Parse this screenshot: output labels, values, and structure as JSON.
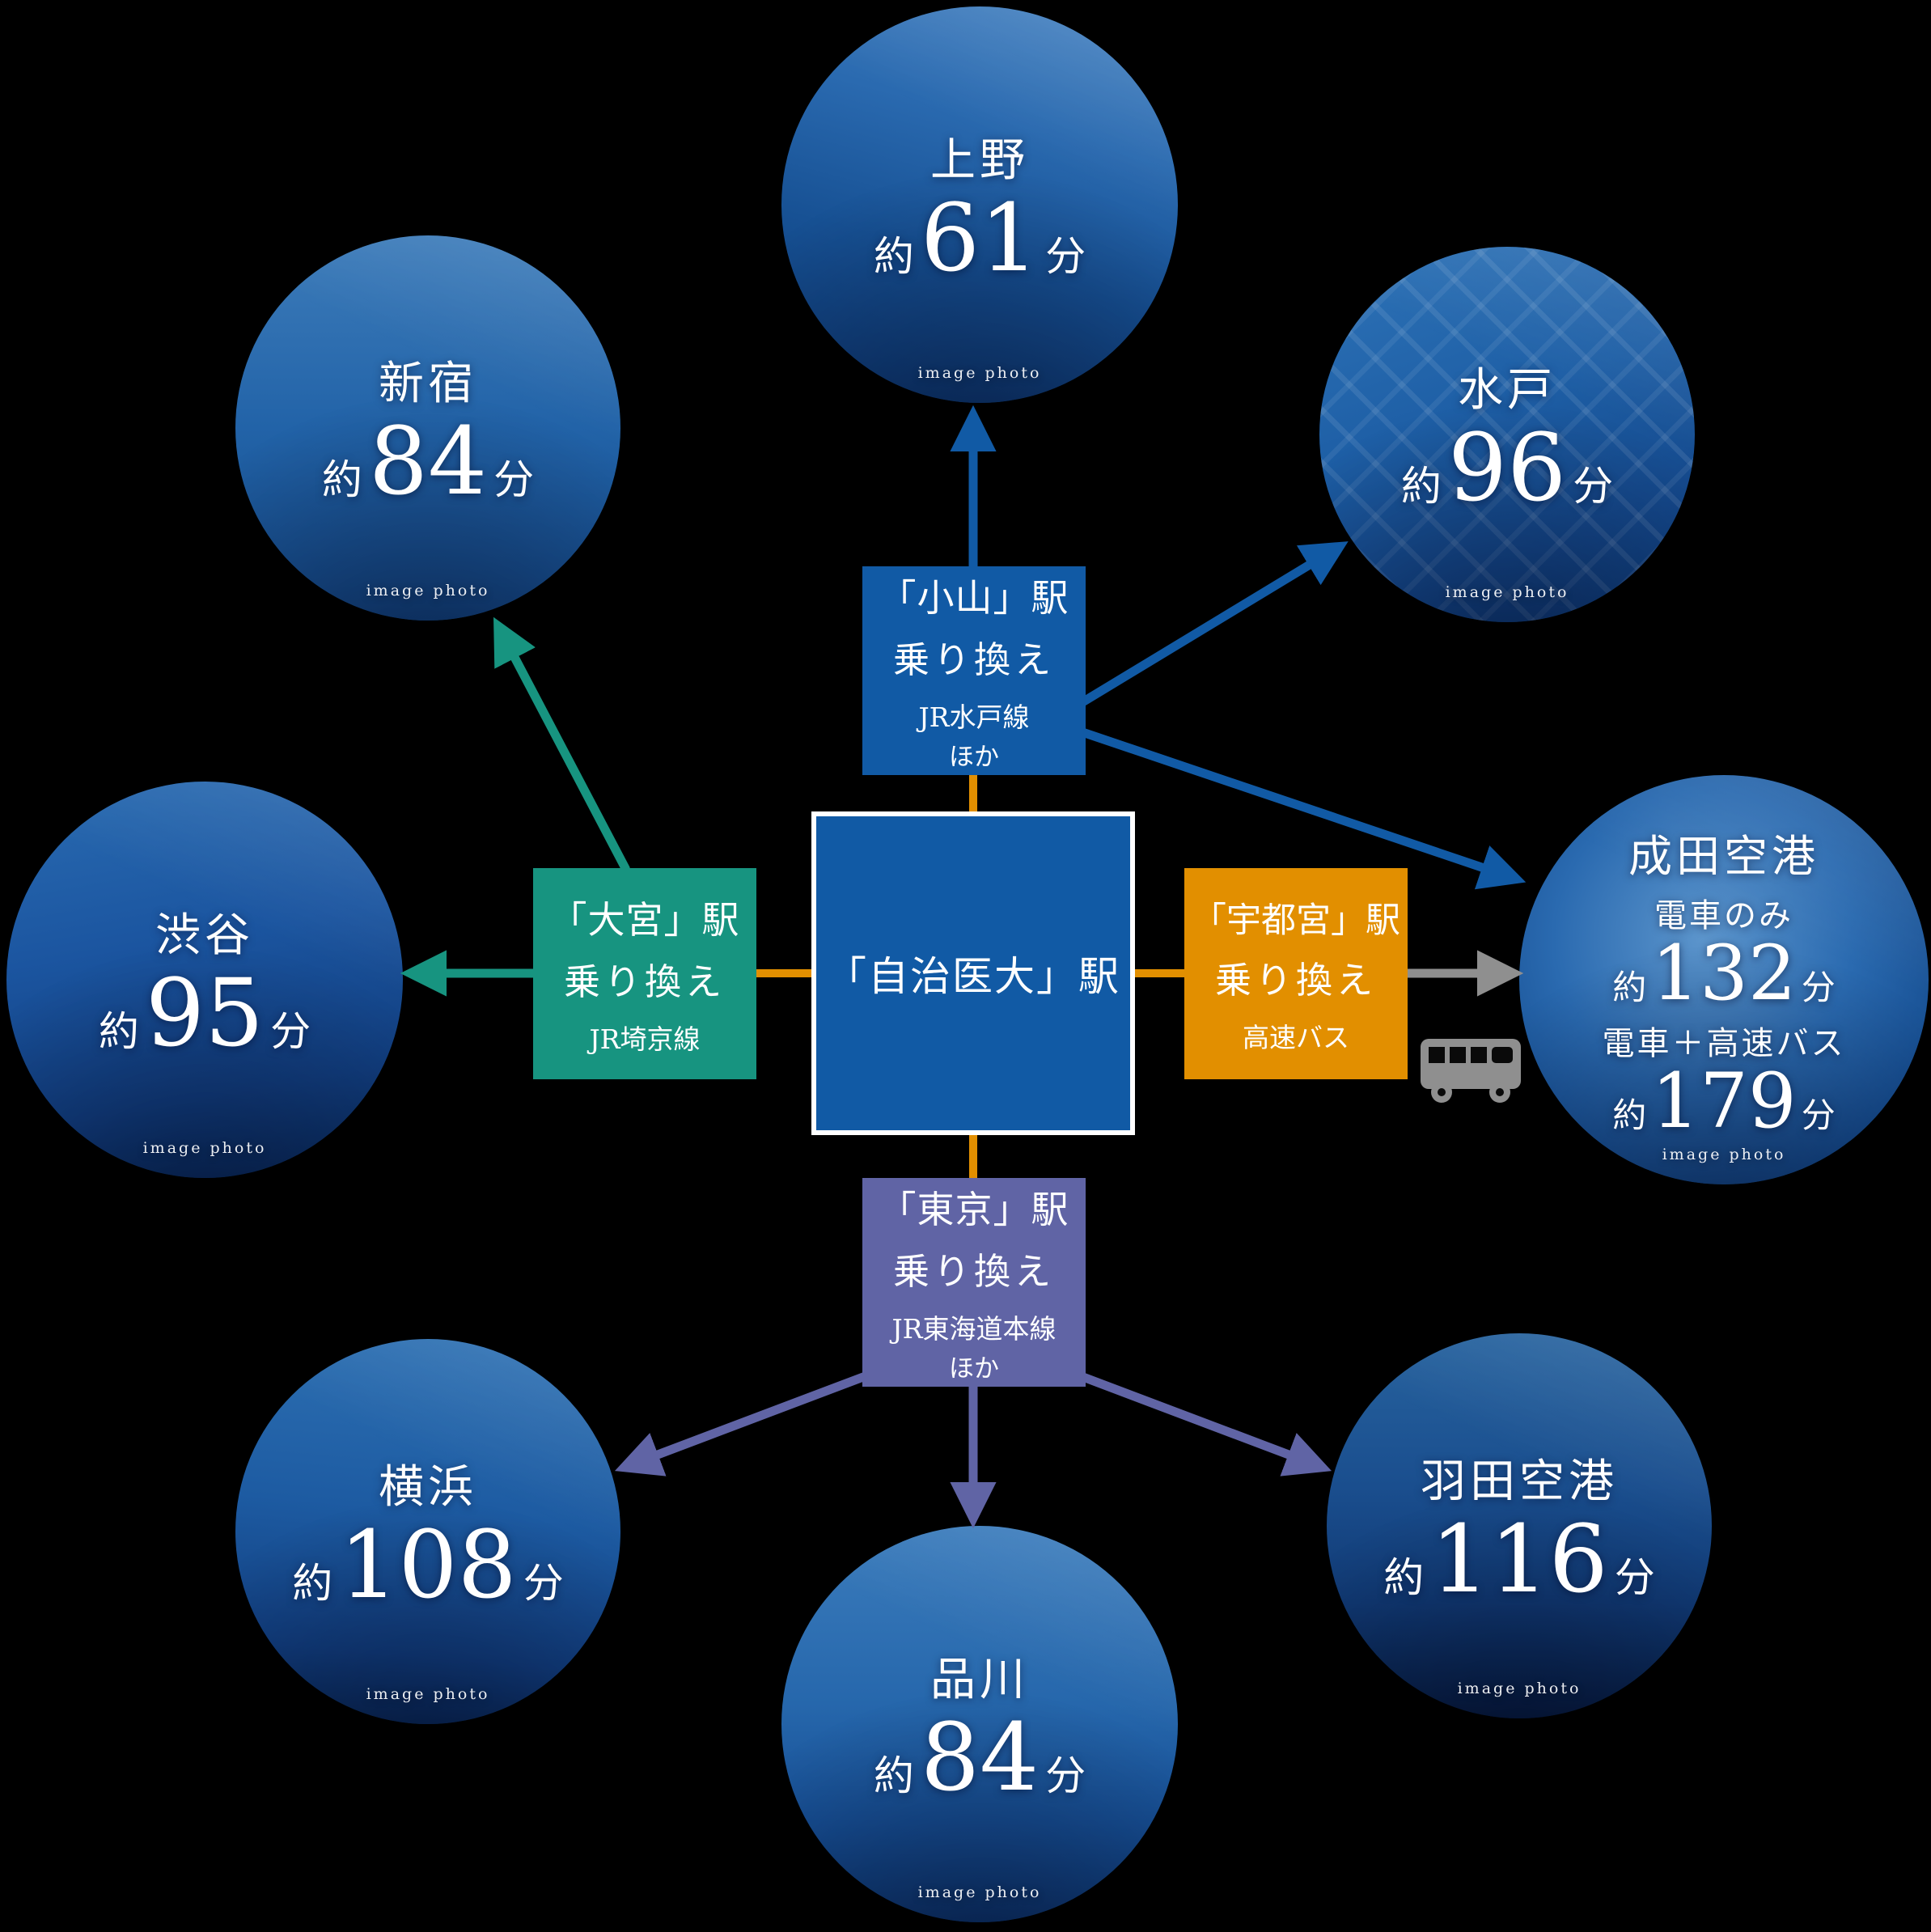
{
  "colors": {
    "background": "#000000",
    "blue": "#115aa5",
    "teal": "#179480",
    "orange": "#e28f00",
    "purple": "#6064a5",
    "gray": "#8f8f8f",
    "white": "#ffffff"
  },
  "center_station": {
    "label": "「自治医大」駅"
  },
  "transfer_boxes": {
    "oyama": {
      "station": "「小山」駅",
      "action": "乗り換え",
      "lines": "JR水戸線",
      "note": "ほか"
    },
    "omiya": {
      "station": "「大宮」駅",
      "action": "乗り換え",
      "lines": "JR埼京線"
    },
    "utsunomiya": {
      "station": "「宇都宮」駅",
      "action": "乗り換え",
      "lines": "高速バス"
    },
    "tokyo": {
      "station": "「東京」駅",
      "action": "乗り換え",
      "lines": "JR東海道本線",
      "note": "ほか"
    }
  },
  "destinations": {
    "ueno": {
      "name": "上野",
      "approx": "約",
      "minutes": "61",
      "unit": "分",
      "credit": "image photo"
    },
    "shinjuku": {
      "name": "新宿",
      "approx": "約",
      "minutes": "84",
      "unit": "分",
      "credit": "image photo"
    },
    "mito": {
      "name": "水戸",
      "approx": "約",
      "minutes": "96",
      "unit": "分",
      "credit": "image photo"
    },
    "shibuya": {
      "name": "渋谷",
      "approx": "約",
      "minutes": "95",
      "unit": "分",
      "credit": "image photo"
    },
    "narita": {
      "name": "成田空港",
      "approx": "約",
      "route1_label": "電車のみ",
      "route1_minutes": "132",
      "route2_label": "電車＋高速バス",
      "route2_minutes": "179",
      "unit": "分",
      "credit": "image photo"
    },
    "yokohama": {
      "name": "横浜",
      "approx": "約",
      "minutes": "108",
      "unit": "分",
      "credit": "image photo"
    },
    "shinagawa": {
      "name": "品川",
      "approx": "約",
      "minutes": "84",
      "unit": "分",
      "credit": "image photo"
    },
    "haneda": {
      "name": "羽田空港",
      "approx": "約",
      "minutes": "116",
      "unit": "分",
      "credit": "image photo"
    }
  }
}
